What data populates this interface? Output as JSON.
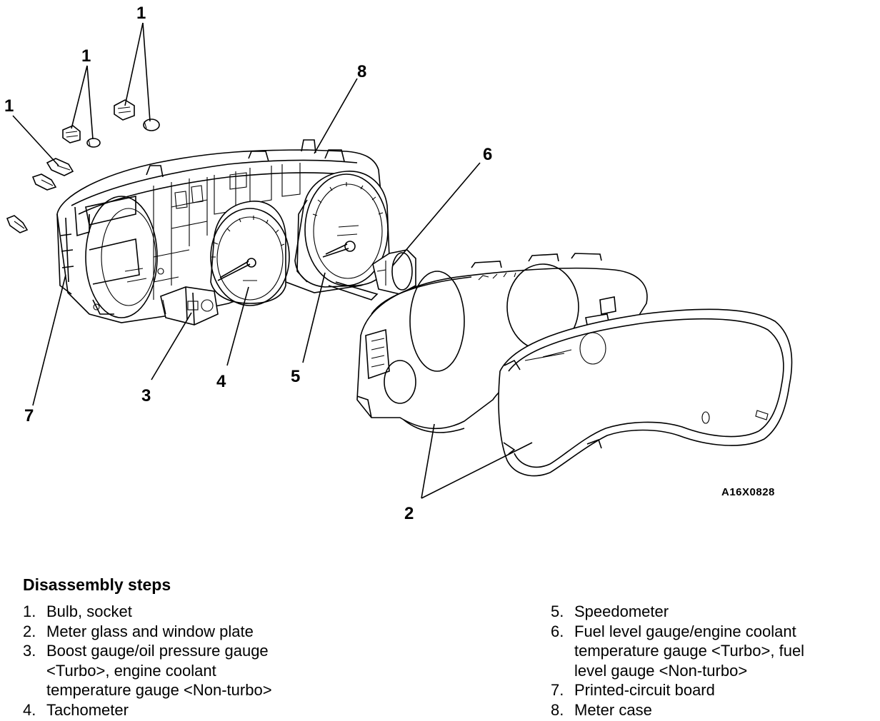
{
  "figure": {
    "code": "A16X0828",
    "callouts": [
      "1",
      "1",
      "1",
      "8",
      "6",
      "7",
      "3",
      "4",
      "5",
      "2"
    ]
  },
  "disassembly": {
    "heading": "Disassembly steps",
    "left": [
      {
        "num": "1.",
        "lines": [
          "Bulb, socket"
        ]
      },
      {
        "num": "2.",
        "lines": [
          "Meter glass and window plate"
        ]
      },
      {
        "num": "3.",
        "lines": [
          "Boost gauge/oil pressure gauge",
          "<Turbo>, engine coolant",
          "temperature gauge <Non-turbo>"
        ]
      },
      {
        "num": "4.",
        "lines": [
          "Tachometer"
        ]
      }
    ],
    "right": [
      {
        "num": "5.",
        "lines": [
          "Speedometer"
        ]
      },
      {
        "num": "6.",
        "lines": [
          "Fuel level gauge/engine coolant",
          "temperature gauge <Turbo>, fuel",
          "level gauge <Non-turbo>"
        ]
      },
      {
        "num": "7.",
        "lines": [
          "Printed-circuit board"
        ]
      },
      {
        "num": "8.",
        "lines": [
          "Meter case"
        ]
      }
    ]
  }
}
